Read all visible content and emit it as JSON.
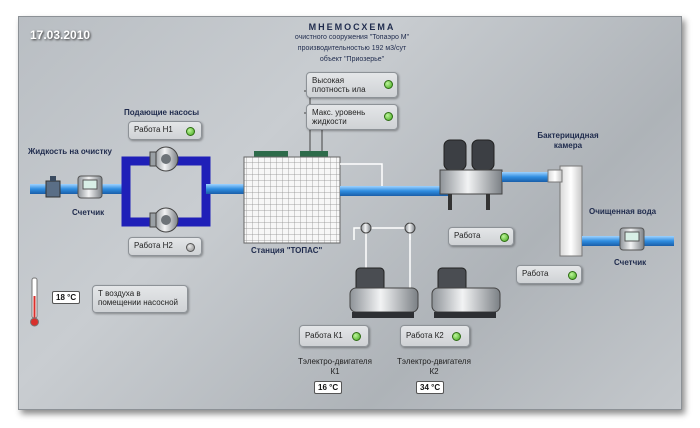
{
  "date": "17.03.2010",
  "title": {
    "main": "МНЕМОСХЕМА",
    "line1": "очистного сооружения \"Топаэро М\"",
    "line2": "производительностью 192 м3/сут",
    "line3": "объект \"Приозерье\""
  },
  "labels": {
    "supply_pumps": "Подающие насосы",
    "liquid_inlet": "Жидкость на очистку",
    "meter_in": "Счетчик",
    "station": "Станция \"ТОПАС\"",
    "bacteria_chamber": "Бактерицидная камера",
    "clean_water": "Очищенная вода",
    "meter_out": "Счетчик"
  },
  "status": {
    "pump_h1": "Работа Н1",
    "pump_h2": "Работа Н2",
    "sludge": "Высокая плотность ила",
    "max_level": "Макс. уровень жидкости",
    "filter": "Работа",
    "uv": "Работа",
    "k1": "Работа К1",
    "k2": "Работа К2"
  },
  "indicators": {
    "pump_h1": "on",
    "pump_h2": "off",
    "sludge": "on",
    "max_level": "on",
    "filter": "on",
    "uv": "on",
    "k1": "on",
    "k2": "on"
  },
  "air_temp": {
    "value": "18 °C",
    "label": "Т воздуха в помещении насосной"
  },
  "motors": {
    "k1_label": "Тэлектро-двигателя К1",
    "k1_temp": "16 °C",
    "k2_label": "Тэлектро-двигателя К2",
    "k2_temp": "34 °C"
  },
  "colors": {
    "pump_loop": "#1f1fb8",
    "pipe": "#2f8de0",
    "ok": "#42a81c"
  }
}
